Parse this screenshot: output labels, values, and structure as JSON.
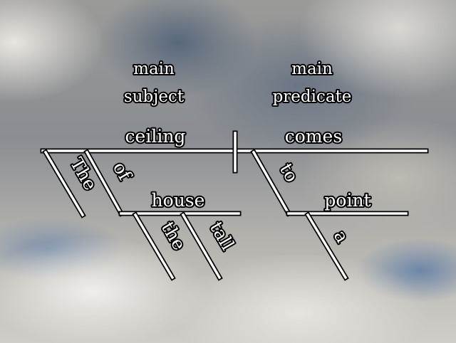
{
  "labels": {
    "subject_heading": [
      "main",
      "subject"
    ],
    "predicate_heading": [
      "main",
      "predicate"
    ]
  },
  "words": {
    "subject": "ceiling",
    "verb": "comes",
    "the1": "The",
    "of": "of",
    "house": "house",
    "the2": "the",
    "tall": "tall",
    "to": "to",
    "point": "point",
    "a": "a"
  }
}
